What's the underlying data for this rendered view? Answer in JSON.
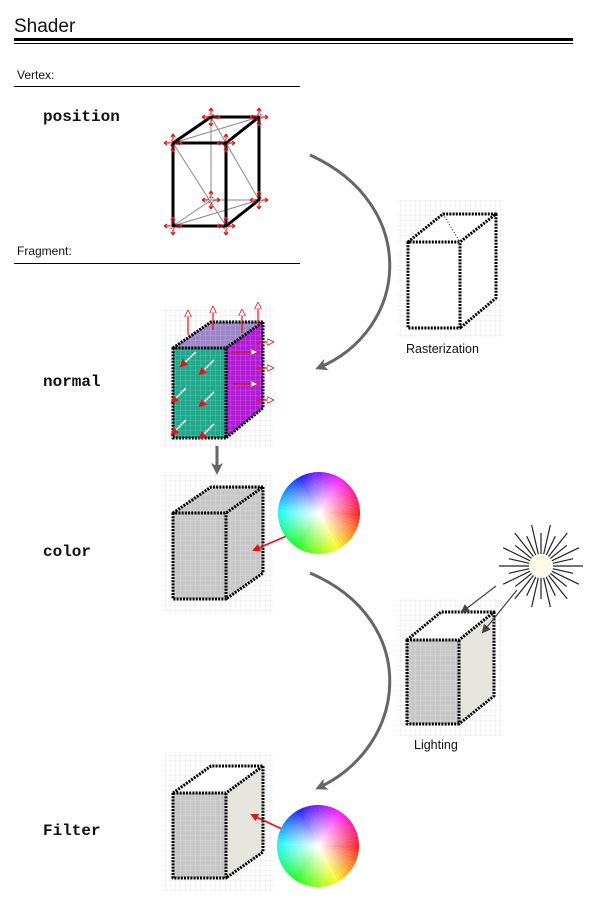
{
  "header": {
    "title": "Shader"
  },
  "sections": {
    "vertex": "Vertex:",
    "fragment": "Fragment:"
  },
  "stages": {
    "position": "position",
    "normal": "normal",
    "color": "color",
    "filter": "Filter"
  },
  "captions": {
    "rasterization": "Rasterization",
    "lighting": "Lighting"
  },
  "colors": {
    "normal_front": "#1fa88c",
    "normal_side": "#b21ad6",
    "normal_top": "#9b86c8",
    "arrow_red": "#e0141a",
    "flow_arrow": "#666666",
    "face_gray": "#c8c8c8",
    "light_source": "#fbfbe8"
  }
}
